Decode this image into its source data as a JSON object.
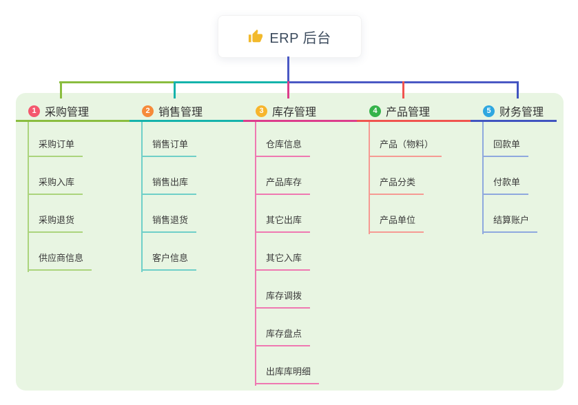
{
  "root": {
    "title": "ERP 后台",
    "icon": "thumbs-up-icon",
    "icon_color": "#f2b92c"
  },
  "colors": {
    "background": "#ffffff",
    "panel": "#e8f5e2",
    "connector": "#4a58c4",
    "text": "#333333",
    "root_text": "#3c4b5d"
  },
  "branches": [
    {
      "badge": "1",
      "label": "采购管理",
      "badge_color": "#f4586e",
      "line_color": "#8abd3f",
      "child_line_color": "#abd47c",
      "children": [
        "采购订单",
        "采购入库",
        "采购退货",
        "供应商信息"
      ]
    },
    {
      "badge": "2",
      "label": "销售管理",
      "badge_color": "#f68a3a",
      "line_color": "#15b3ab",
      "child_line_color": "#6fcfc8",
      "children": [
        "销售订单",
        "销售出库",
        "销售退货",
        "客户信息"
      ]
    },
    {
      "badge": "3",
      "label": "库存管理",
      "badge_color": "#f7b52c",
      "line_color": "#dc3d8c",
      "child_line_color": "#ef78b1",
      "children": [
        "仓库信息",
        "产品库存",
        "其它出库",
        "其它入库",
        "库存调拨",
        "库存盘点",
        "出库库明细"
      ]
    },
    {
      "badge": "4",
      "label": "产品管理",
      "badge_color": "#35b34a",
      "line_color": "#f0544f",
      "child_line_color": "#f69a93",
      "children": [
        "产品（物料）",
        "产品分类",
        "产品单位"
      ]
    },
    {
      "badge": "5",
      "label": "财务管理",
      "badge_color": "#2fa7e0",
      "line_color": "#4054c0",
      "child_line_color": "#8ea8de",
      "children": [
        "回款单",
        "付款单",
        "结算账户"
      ]
    }
  ]
}
